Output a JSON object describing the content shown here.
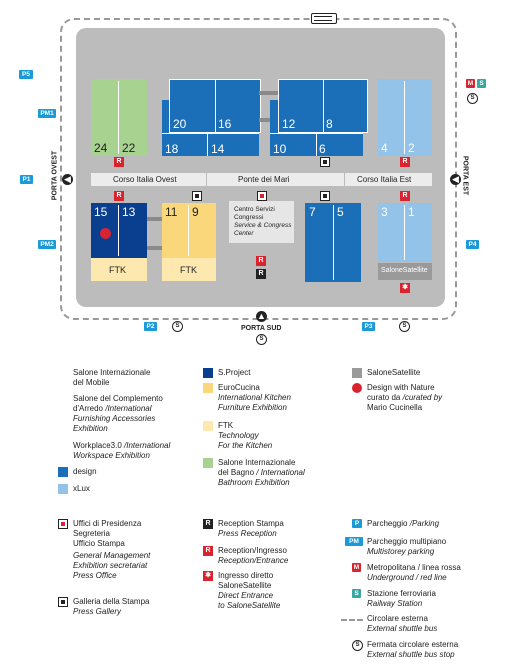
{
  "entrances": {
    "ovest": "PORTA OVEST",
    "est": "PORTA EST",
    "sud": "PORTA SUD"
  },
  "corridors": {
    "left": "Corso Italia Ovest",
    "mid": "Ponte dei Mari",
    "right": "Corso Italia Est"
  },
  "halls": {
    "h24": "24",
    "h22": "22",
    "h20": "20",
    "h16": "16",
    "h18": "18",
    "h14": "14",
    "h12": "12",
    "h8": "8",
    "h10": "10",
    "h6": "6",
    "h4": "4",
    "h2": "2",
    "h15": "15",
    "h13": "13",
    "h11": "11",
    "h9": "9",
    "h7": "7",
    "h5": "5",
    "h3": "3",
    "h1": "1"
  },
  "ftk_label": "FTK",
  "satellite_label": "SaloneSatellite",
  "center": {
    "l1": "Centro Servizi",
    "l2": "Congressi",
    "l3": "Service & Congress",
    "l4": "Center"
  },
  "parking": {
    "p5": "P5",
    "pm1": "PM1",
    "p1": "P1",
    "pm2": "PM2",
    "p2": "P2",
    "p3": "P3",
    "p4": "P4",
    "m": "M",
    "s": "S"
  },
  "symbols": {
    "r": "R",
    "s": "S",
    "star": "✱"
  },
  "legend_col1": {
    "l1a": "Salone Internazionale",
    "l1b": "del Mobile",
    "l2a": "Salone del Complemento",
    "l2b": "d'Arredo",
    "l2c": "/International",
    "l2d": "Furnishing Accessories",
    "l2e": "Exhibition",
    "l3a": "Workplace3.0",
    "l3b": "/International",
    "l3c": "Workspace Exhibition",
    "design": "design",
    "xlux": "xLux"
  },
  "legend_col2": {
    "sproject": "S.Project",
    "euro_a": "EuroCucina",
    "euro_b": "International Kitchen",
    "euro_c": "Furniture Exhibition",
    "ftk_a": "FTK",
    "ftk_b": "Technology",
    "ftk_c": "For the Kitchen",
    "bagno_a": "Salone Internazionale",
    "bagno_b": "del Bagno",
    "bagno_c": "/ International",
    "bagno_d": "Bathroom Exhibition"
  },
  "legend_col3": {
    "sat": "SaloneSatellite",
    "dwn_a": "Design with Nature",
    "dwn_b": "curato da",
    "dwn_c": "/curated by",
    "dwn_d": "Mario Cucinella"
  },
  "legend_bottom1": {
    "u1": "Uffici di Presidenza",
    "u2": "Segreteria",
    "u3": "Ufficio Stampa",
    "u4": "General Management",
    "u5": "Exhibition secretariat",
    "u6": "Press Office",
    "g1": "Galleria della Stampa",
    "g2": "Press Gallery"
  },
  "legend_bottom2": {
    "rs1": "Reception Stampa",
    "rs2": "Press Reception",
    "ri1": "Reception/Ingresso",
    "ri2": "Reception/Entrance",
    "id1": "Ingresso diretto",
    "id2": "SaloneSatellite",
    "id3": "Direct Entrance",
    "id4": "to SaloneSatellite"
  },
  "legend_bottom3": {
    "pa1": "Parcheggio",
    "pa2": "/Parking",
    "pm1": "Parcheggio multipiano",
    "pm2": "Multistorey parking",
    "me1": "Metropolitana / linea rossa",
    "me2": "Underground / red line",
    "st1": "Stazione ferroviaria",
    "st2": "Railway Station",
    "ci1": "Circolare esterna",
    "ci2": "External shuttle bus",
    "fe1": "Fermata circolare esterna",
    "fe2": "External shuttle bus stop",
    "pm": "PM",
    "p": "P"
  },
  "colors": {
    "design": "#1a6fb8",
    "xlux": "#93c3e8",
    "sproject": "#0a3f8f",
    "eurocucina": "#f9d77a",
    "ftk": "#fde9b0",
    "bagno": "#a8d28f",
    "satellite": "#9a9a9a",
    "red": "#d9232e",
    "parking": "#1a9ad6"
  }
}
